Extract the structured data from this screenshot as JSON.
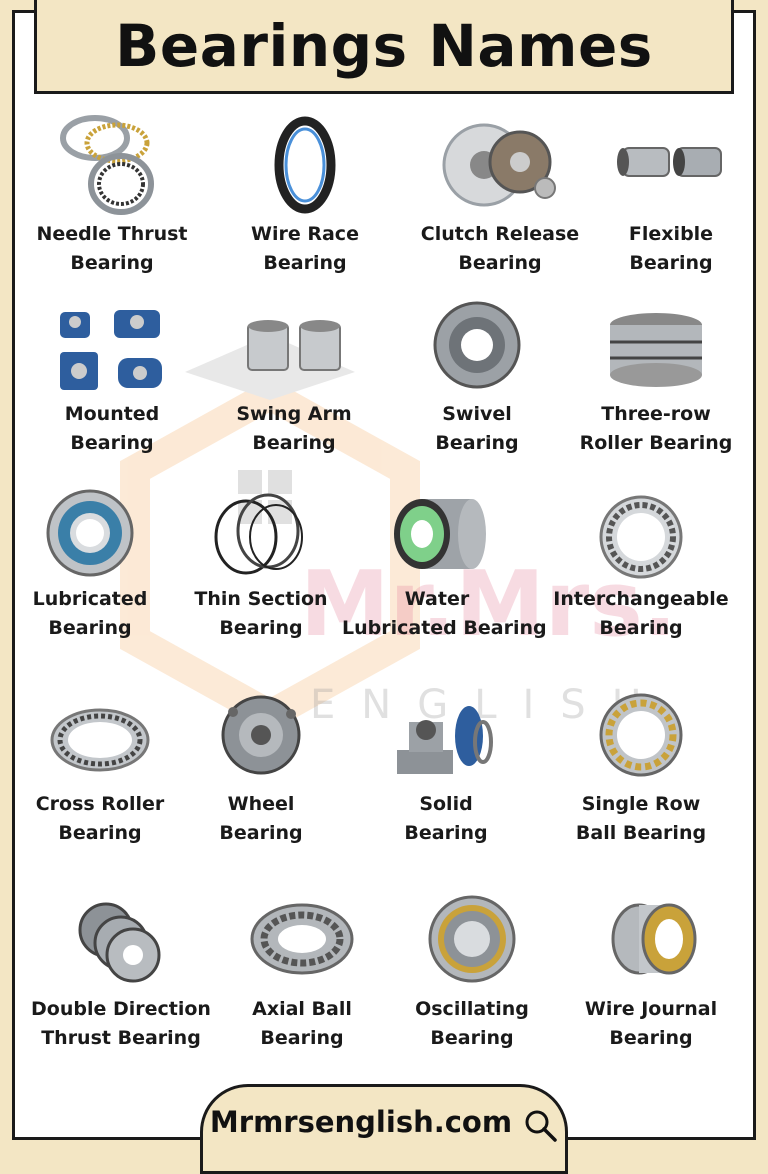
{
  "header": {
    "title": "Bearings Names"
  },
  "footer": {
    "site": "Mrmrsenglish.com",
    "icon": "search-icon"
  },
  "watermark": {
    "text": "ENGLISH",
    "logo": "Mr.Mrs."
  },
  "items": [
    {
      "line1": "Needle Thrust",
      "line2": "Bearing"
    },
    {
      "line1": "Wire Race",
      "line2": "Bearing"
    },
    {
      "line1": "Clutch Release",
      "line2": "Bearing"
    },
    {
      "line1": "Flexible",
      "line2": "Bearing"
    },
    {
      "line1": "Mounted",
      "line2": "Bearing"
    },
    {
      "line1": "Swing Arm",
      "line2": "Bearing"
    },
    {
      "line1": "Swivel",
      "line2": "Bearing"
    },
    {
      "line1": "Three-row",
      "line2": "Roller Bearing"
    },
    {
      "line1": "Lubricated",
      "line2": "Bearing"
    },
    {
      "line1": "Thin Section",
      "line2": "Bearing"
    },
    {
      "line1": "Water",
      "line2": "Lubricated Bearing"
    },
    {
      "line1": "Interchangeable",
      "line2": "Bearing"
    },
    {
      "line1": "Cross Roller",
      "line2": "Bearing"
    },
    {
      "line1": "Wheel",
      "line2": "Bearing"
    },
    {
      "line1": "Solid",
      "line2": "Bearing"
    },
    {
      "line1": "Single Row",
      "line2": "Ball Bearing"
    },
    {
      "line1": "Double Direction",
      "line2": "Thrust Bearing"
    },
    {
      "line1": "Axial Ball",
      "line2": "Bearing"
    },
    {
      "line1": "Oscillating",
      "line2": "Bearing"
    },
    {
      "line1": "Wire Journal",
      "line2": "Bearing"
    }
  ],
  "colors": {
    "accent": "#f3e6c4",
    "ink": "#1a1a1a",
    "metal": "#9aa0a6",
    "blue": "#2e5e9e",
    "green": "#7fd08a",
    "brass": "#c9a23a"
  }
}
